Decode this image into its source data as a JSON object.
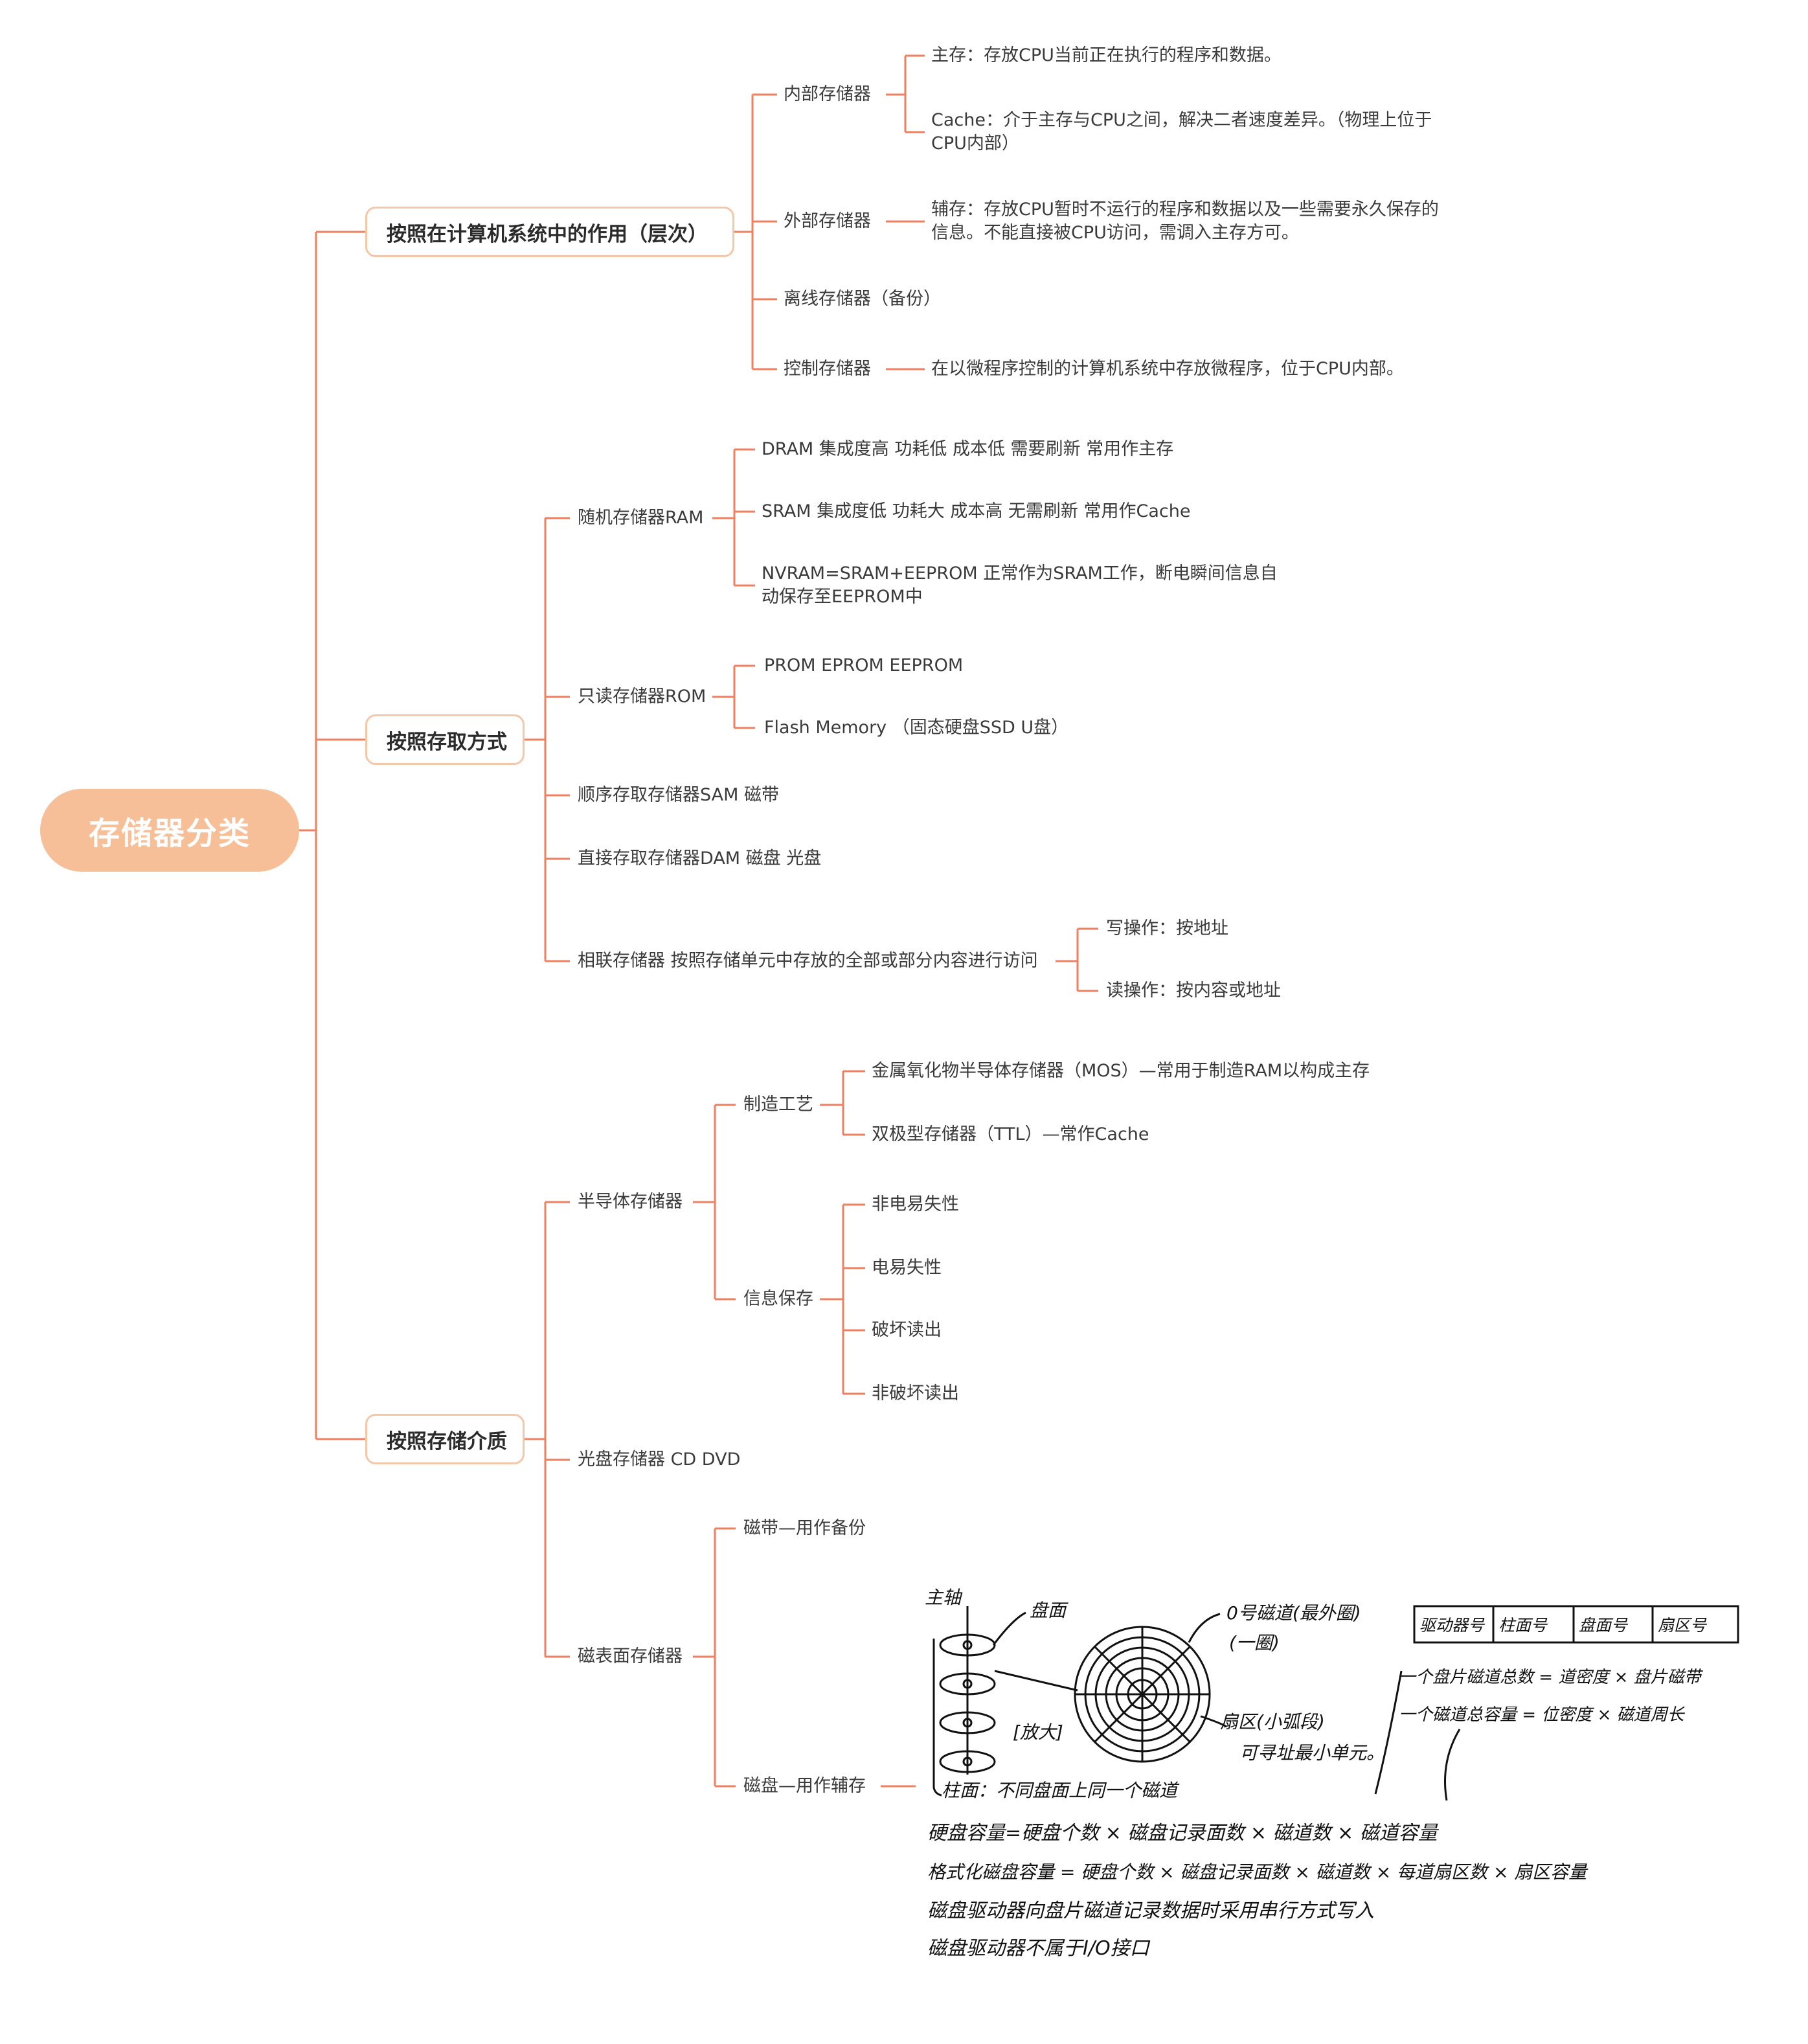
{
  "root": "存储器分类",
  "colors": {
    "line": "#f08060",
    "root_fill": "#f7bf98",
    "box_border": "#f5c7a9"
  },
  "cat1": {
    "title": "按照在计算机系统中的作用（层次）",
    "internal": {
      "label": "内部存储器",
      "main": "主存：存放CPU当前正在执行的程序和数据。",
      "cache": "Cache：介于主存与CPU之间，解决二者速度差异。（物理上位于CPU内部）"
    },
    "external": {
      "label": "外部存储器",
      "aux": "辅存：存放CPU暂时不运行的程序和数据以及一些需要永久保存的信息。不能直接被CPU访问，需调入主存方可。"
    },
    "offline": "离线存储器（备份）",
    "control": {
      "label": "控制存储器",
      "desc": "在以微程序控制的计算机系统中存放微程序，位于CPU内部。"
    }
  },
  "cat2": {
    "title": "按照存取方式",
    "ram": {
      "label": "随机存储器RAM",
      "dram": "DRAM 集成度高 功耗低 成本低 需要刷新 常用作主存",
      "sram": "SRAM 集成度低 功耗大 成本高 无需刷新 常用作Cache",
      "nvram": "NVRAM=SRAM+EEPROM 正常作为SRAM工作，断电瞬间信息自动保存至EEPROM中"
    },
    "rom": {
      "label": "只读存储器ROM",
      "prom": "PROM EPROM EEPROM",
      "flash": "Flash Memory （固态硬盘SSD U盘）"
    },
    "sam": "顺序存取存储器SAM 磁带",
    "dam": "直接存取存储器DAM 磁盘 光盘",
    "assoc": {
      "label": "相联存储器 按照存储单元中存放的全部或部分内容进行访问",
      "write": "写操作：按地址",
      "read": "读操作：按内容或地址"
    }
  },
  "cat3": {
    "title": "按照存储介质",
    "semi": {
      "label": "半导体存储器",
      "process": {
        "label": "制造工艺",
        "mos": "金属氧化物半导体存储器（MOS）—常用于制造RAM以构成主存",
        "ttl": "双极型存储器（TTL）—常作Cache"
      },
      "retain": {
        "label": "信息保存",
        "nonvolatile": "非电易失性",
        "volatile": "电易失性",
        "destructive": "破坏读出",
        "nondestructive": "非破坏读出"
      }
    },
    "optical": "光盘存储器 CD DVD",
    "magnetic": {
      "label": "磁表面存储器",
      "tape": "磁带—用作备份",
      "disk": "磁盘—用作辅存"
    }
  },
  "sketch": {
    "spindle": "主轴",
    "surface": "盘面",
    "track0": "0号磁道(最外圈)",
    "circle": "(一圈)",
    "sector": "扇区(小弧段)",
    "min_addr": "可寻址最小单元。",
    "zoom": "[放大]",
    "cylinder": "柱面：不同盘面上同一个磁道",
    "addr_fields": [
      "驱动器号",
      "柱面号",
      "盘面号",
      "扇区号"
    ],
    "f1": "一个盘片磁道总数 = 道密度 × 盘片磁带",
    "f2": "一个磁道总容量 = 位密度 × 磁道周长",
    "f3": "硬盘容量=硬盘个数 × 磁盘记录面数 × 磁道数 × 磁道容量",
    "f4": "格式化磁盘容量 = 硬盘个数 × 磁盘记录面数 × 磁道数 × 每道扇区数 × 扇区容量",
    "f5": "磁盘驱动器向盘片磁道记录数据时采用串行方式写入",
    "f6": "磁盘驱动器不属于I/O接口"
  }
}
